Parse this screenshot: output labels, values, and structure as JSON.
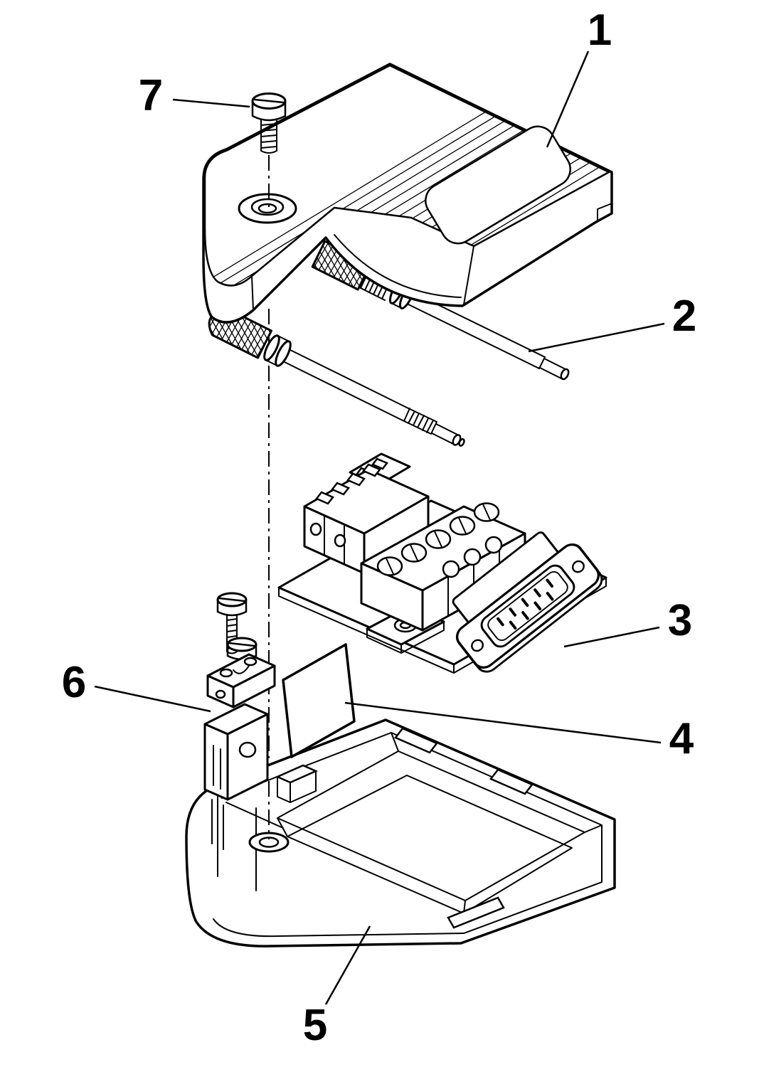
{
  "diagram": {
    "background_color": "#ffffff",
    "line_color": "#000000",
    "callouts": [
      {
        "number": "1"
      },
      {
        "number": "2"
      },
      {
        "number": "3"
      },
      {
        "number": "4"
      },
      {
        "number": "5"
      },
      {
        "number": "6"
      },
      {
        "number": "7"
      }
    ]
  }
}
